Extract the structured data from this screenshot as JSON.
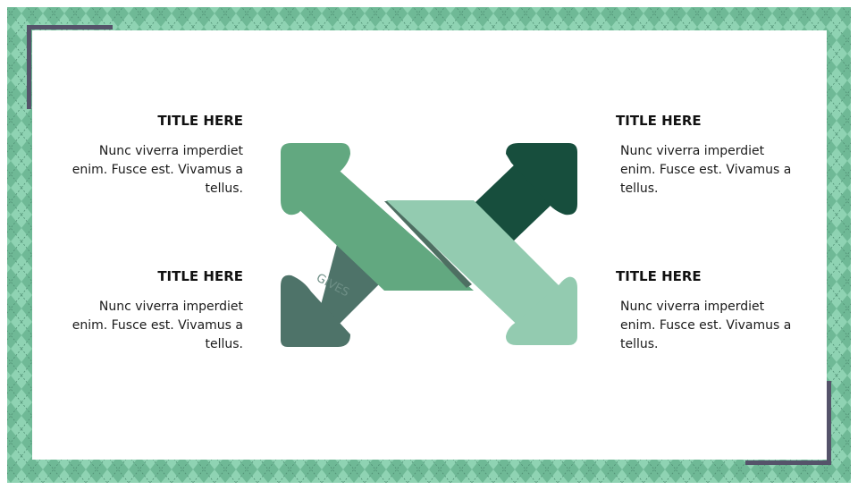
{
  "slide": {
    "colors": {
      "pattern_base": "#8fd3b3",
      "pattern_diamond": "#6fb996",
      "pattern_dark": "#4f8f73",
      "corner_accent": "#55536a",
      "arrow_top_left": "#62a880",
      "arrow_top_right": "#174e3d",
      "arrow_bottom_left": "#4e7369",
      "arrow_bottom_right": "#93cbb0"
    },
    "blocks": [
      {
        "title": "TITLE HERE",
        "text": "Nunc viverra imperdiet enim. Fusce est. Vivamus a tellus."
      },
      {
        "title": "TITLE HERE",
        "text": "Nunc viverra imperdiet enim. Fusce est. Vivamus a tellus."
      },
      {
        "title": "TITLE HERE",
        "text": "Nunc viverra imperdiet enim. Fusce est. Vivamus a tellus."
      },
      {
        "title": "TITLE HERE",
        "text": "Nunc viverra imperdiet enim. Fusce est. Vivamus a tellus."
      }
    ]
  }
}
